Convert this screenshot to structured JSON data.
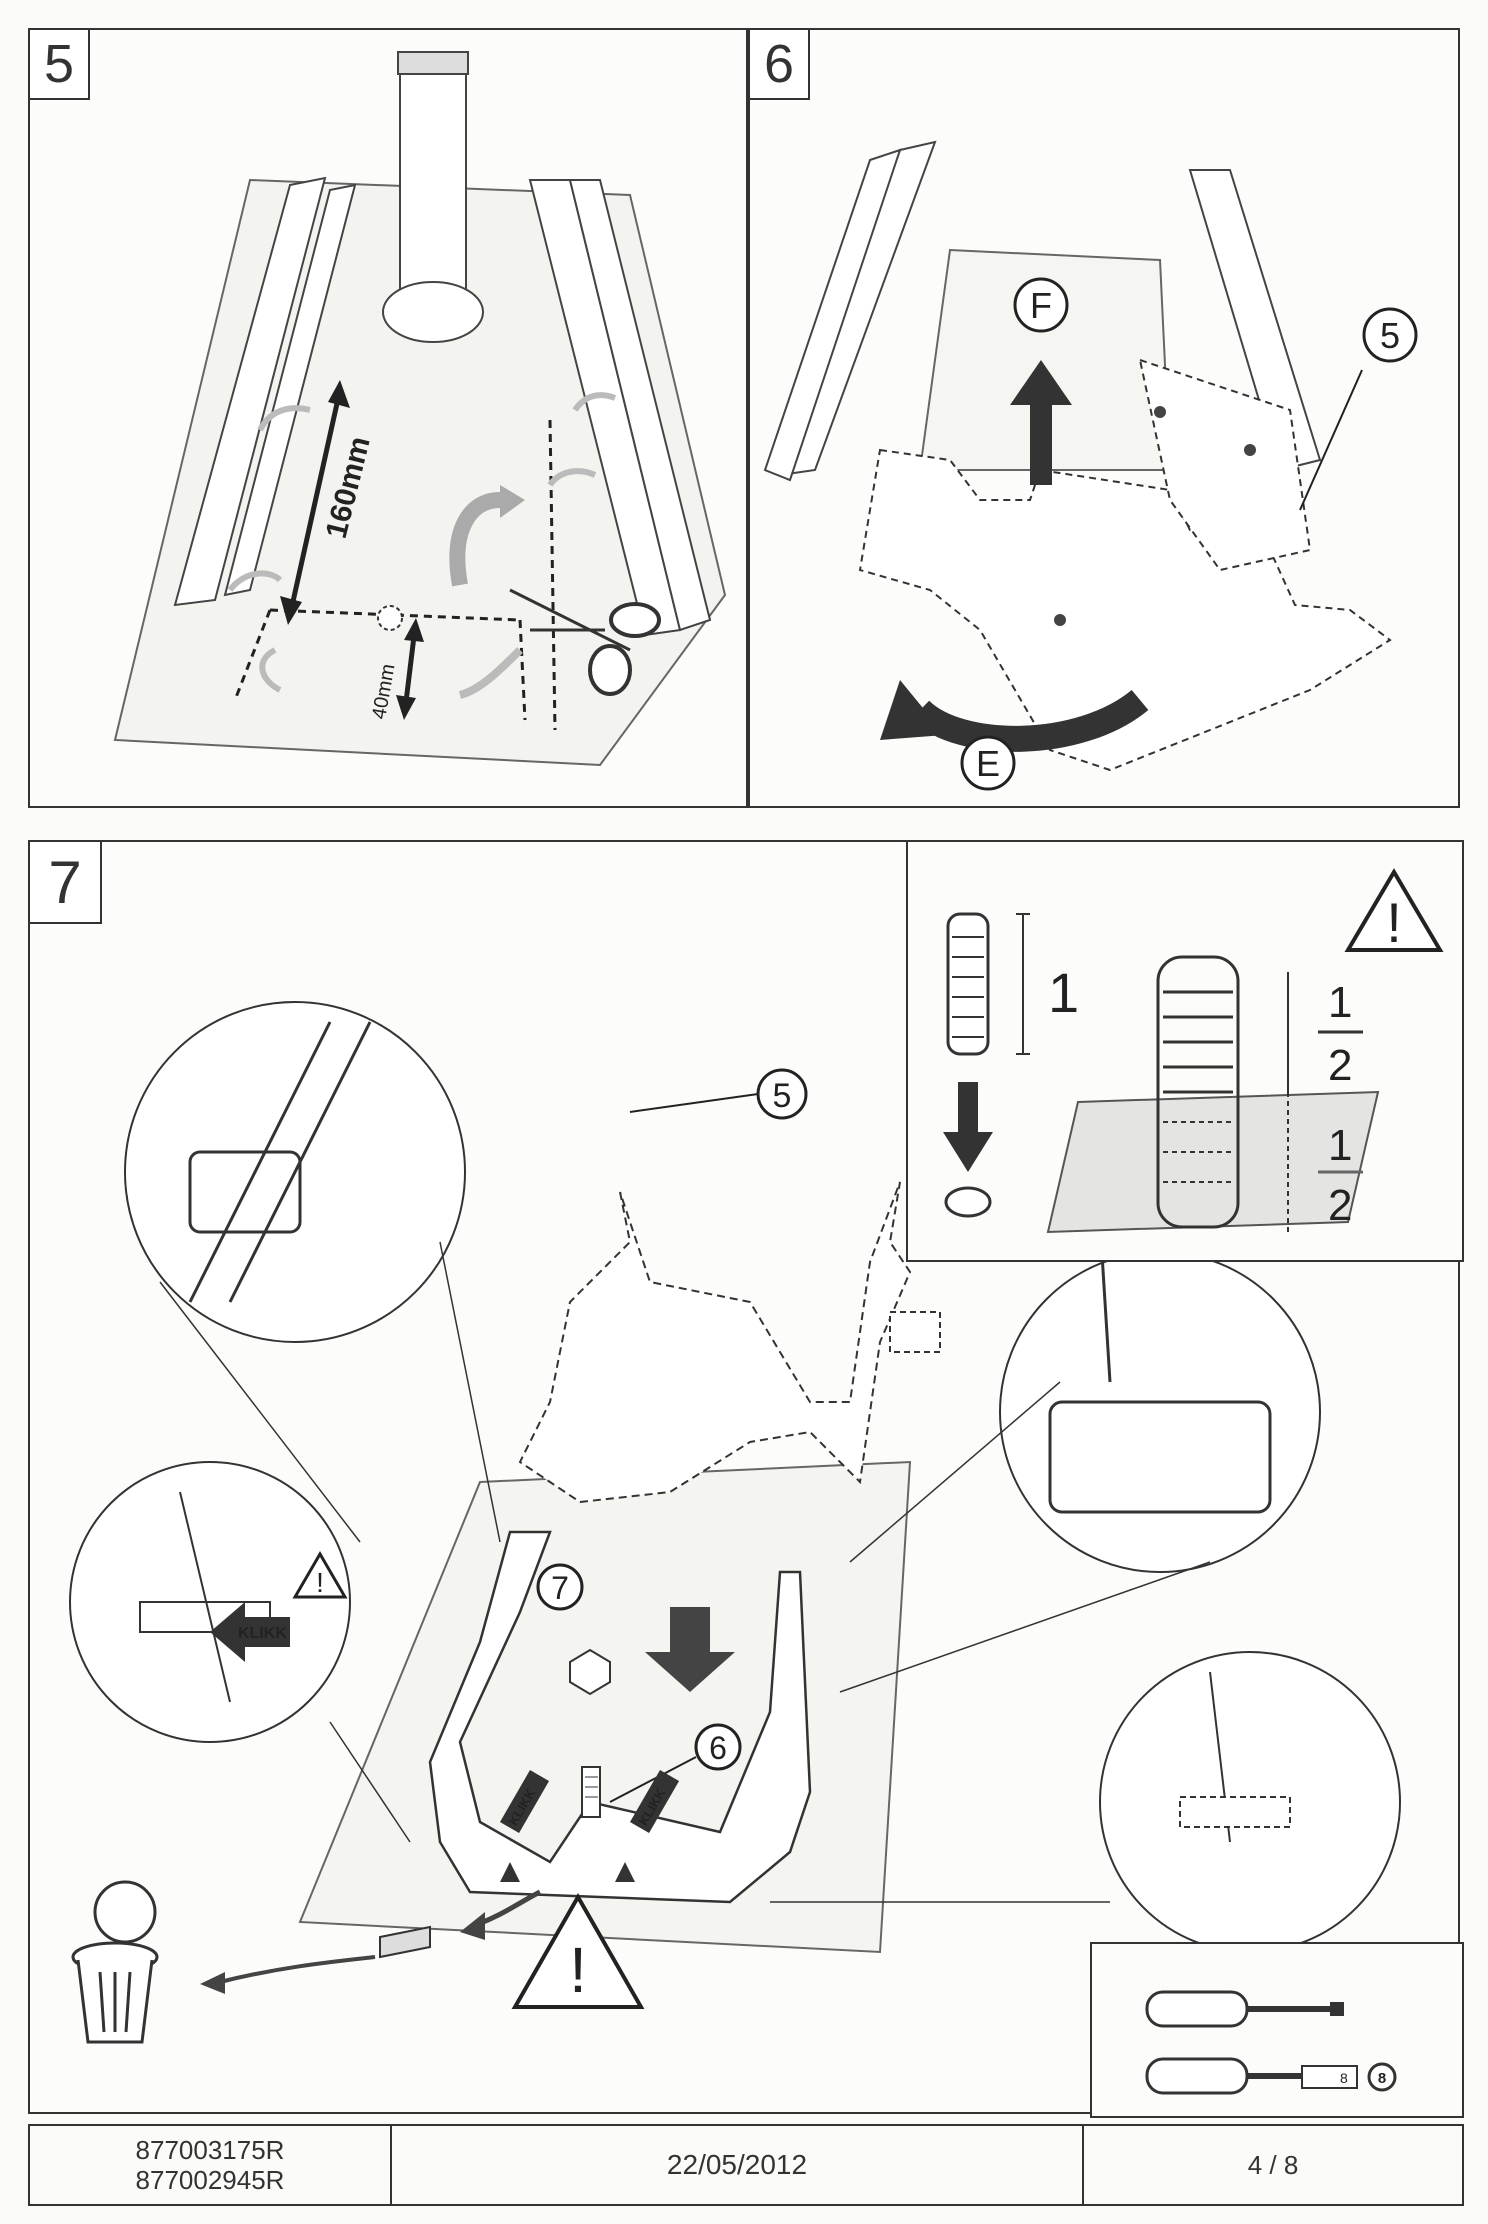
{
  "steps": {
    "s5": {
      "number": "5",
      "dim_160": "160mm",
      "dim_40": "40mm"
    },
    "s6": {
      "number": "6",
      "label_f": "F",
      "label_e": "E",
      "callout": "5"
    },
    "s7": {
      "number": "7",
      "callout_5": "5",
      "callout_6": "6",
      "callout_7": "7",
      "klikk": "KLIKK",
      "warning": "!"
    }
  },
  "inset": {
    "warning": "!",
    "full": "1",
    "half_num": "1",
    "half_den": "2",
    "half2_num": "1",
    "half2_den": "2"
  },
  "tools": {
    "socket_size": "8",
    "socket_badge": "8"
  },
  "footer": {
    "ref1": "877003175R",
    "ref2": "877002945R",
    "date": "22/05/2012",
    "page": "4 / 8"
  }
}
